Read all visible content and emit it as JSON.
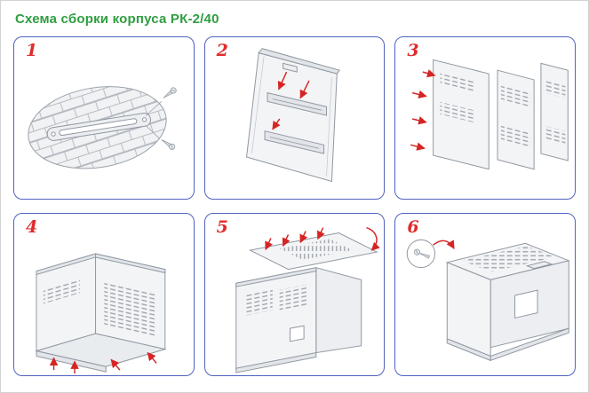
{
  "page": {
    "title": "Схема сборки корпуса РК-2/40"
  },
  "steps": [
    {
      "number": "1"
    },
    {
      "number": "2"
    },
    {
      "number": "3"
    },
    {
      "number": "4"
    },
    {
      "number": "5"
    },
    {
      "number": "6"
    }
  ],
  "colors": {
    "title_green": "#2f9e41",
    "step_number_red": "#e02b2b",
    "panel_border_blue": "#5163c1",
    "arrow_red": "#d62424",
    "drawing_gray": "#8f97a0"
  }
}
